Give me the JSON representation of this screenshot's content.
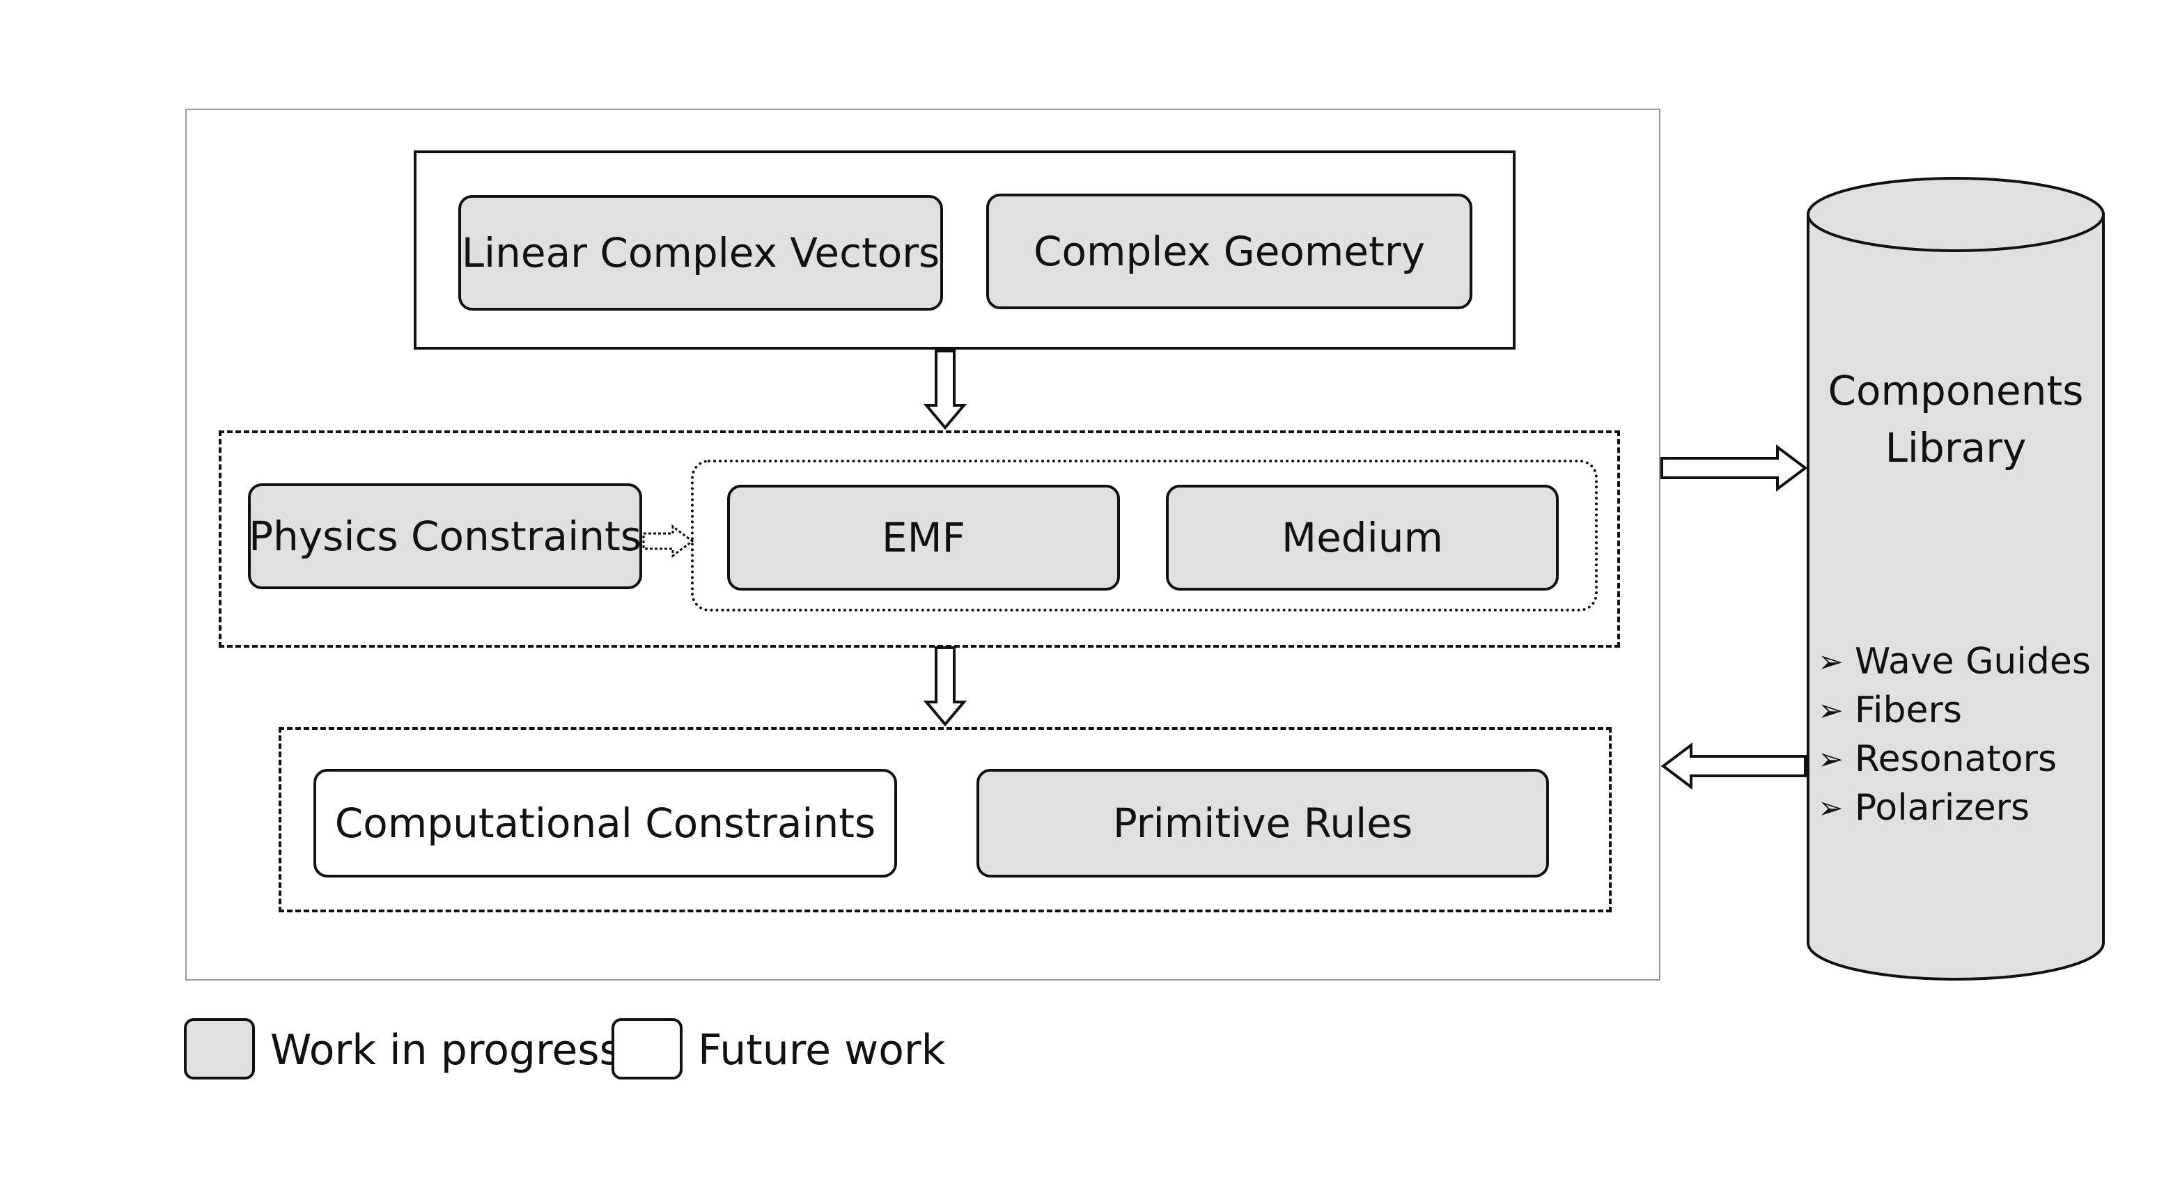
{
  "diagram": {
    "top_group": {
      "nodes": [
        {
          "label": "Linear Complex Vectors",
          "status": "work-in-progress"
        },
        {
          "label": "Complex Geometry",
          "status": "work-in-progress"
        }
      ]
    },
    "middle_group": {
      "physics": {
        "label": "Physics Constraints",
        "status": "work-in-progress"
      },
      "inner_nodes": [
        {
          "label": "EMF",
          "status": "work-in-progress"
        },
        {
          "label": "Medium",
          "status": "work-in-progress"
        }
      ]
    },
    "bottom_group": {
      "nodes": [
        {
          "label": "Computational Constraints",
          "status": "future-work"
        },
        {
          "label": "Primitive Rules",
          "status": "work-in-progress"
        }
      ]
    },
    "library": {
      "title_line1": "Components",
      "title_line2": "Library",
      "items": [
        "Wave Guides",
        "Fibers",
        "Resonators",
        "Polarizers"
      ],
      "bullet": "➢"
    },
    "legend": {
      "wip_label": "Work in progress",
      "future_label": "Future work"
    }
  },
  "colors": {
    "work_in_progress_fill": "#e0e0e0",
    "future_work_fill": "#ffffff",
    "stroke": "#111111"
  }
}
